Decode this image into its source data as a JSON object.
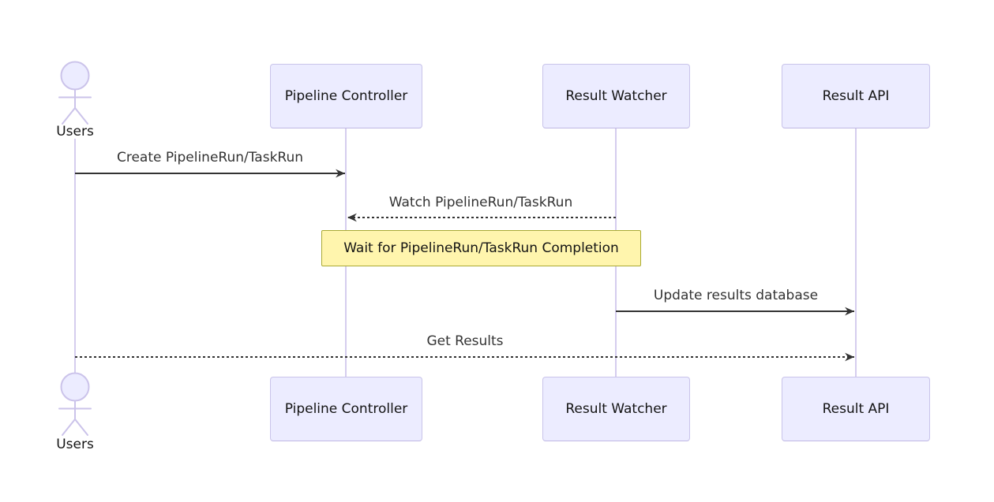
{
  "diagram": {
    "type": "sequence-diagram",
    "colors": {
      "background": "#ffffff",
      "participant_fill": "#ECECFF",
      "participant_border": "#c9c4ea",
      "participant_border_dark": "#bfb8e4",
      "actor_stroke": "#cbc3ea",
      "lifeline": "#d5cdee",
      "note_fill": "#FFF5AD",
      "note_border": "#AAAA33",
      "signal": "#333333",
      "signal_text": "#333333",
      "text": "#141414"
    },
    "actor": {
      "label": "Users"
    },
    "participants": [
      {
        "label": "Pipeline Controller"
      },
      {
        "label": "Result Watcher"
      },
      {
        "label": "Result API"
      }
    ],
    "messages": [
      {
        "label": "Create PipelineRun/TaskRun",
        "from": "Users",
        "to": "Pipeline Controller",
        "style": "solid",
        "direction": "right"
      },
      {
        "label": "Watch PipelineRun/TaskRun",
        "from": "Result Watcher",
        "to": "Pipeline Controller",
        "style": "dashed",
        "direction": "left"
      },
      {
        "label": "Update results database",
        "from": "Result Watcher",
        "to": "Result API",
        "style": "solid",
        "direction": "right"
      },
      {
        "label": "Get Results",
        "from": "Users",
        "to": "Result API",
        "style": "dashed",
        "direction": "right"
      }
    ],
    "note": {
      "label": "Wait for PipelineRun/TaskRun Completion",
      "over": "Pipeline Controller, Result Watcher"
    }
  }
}
